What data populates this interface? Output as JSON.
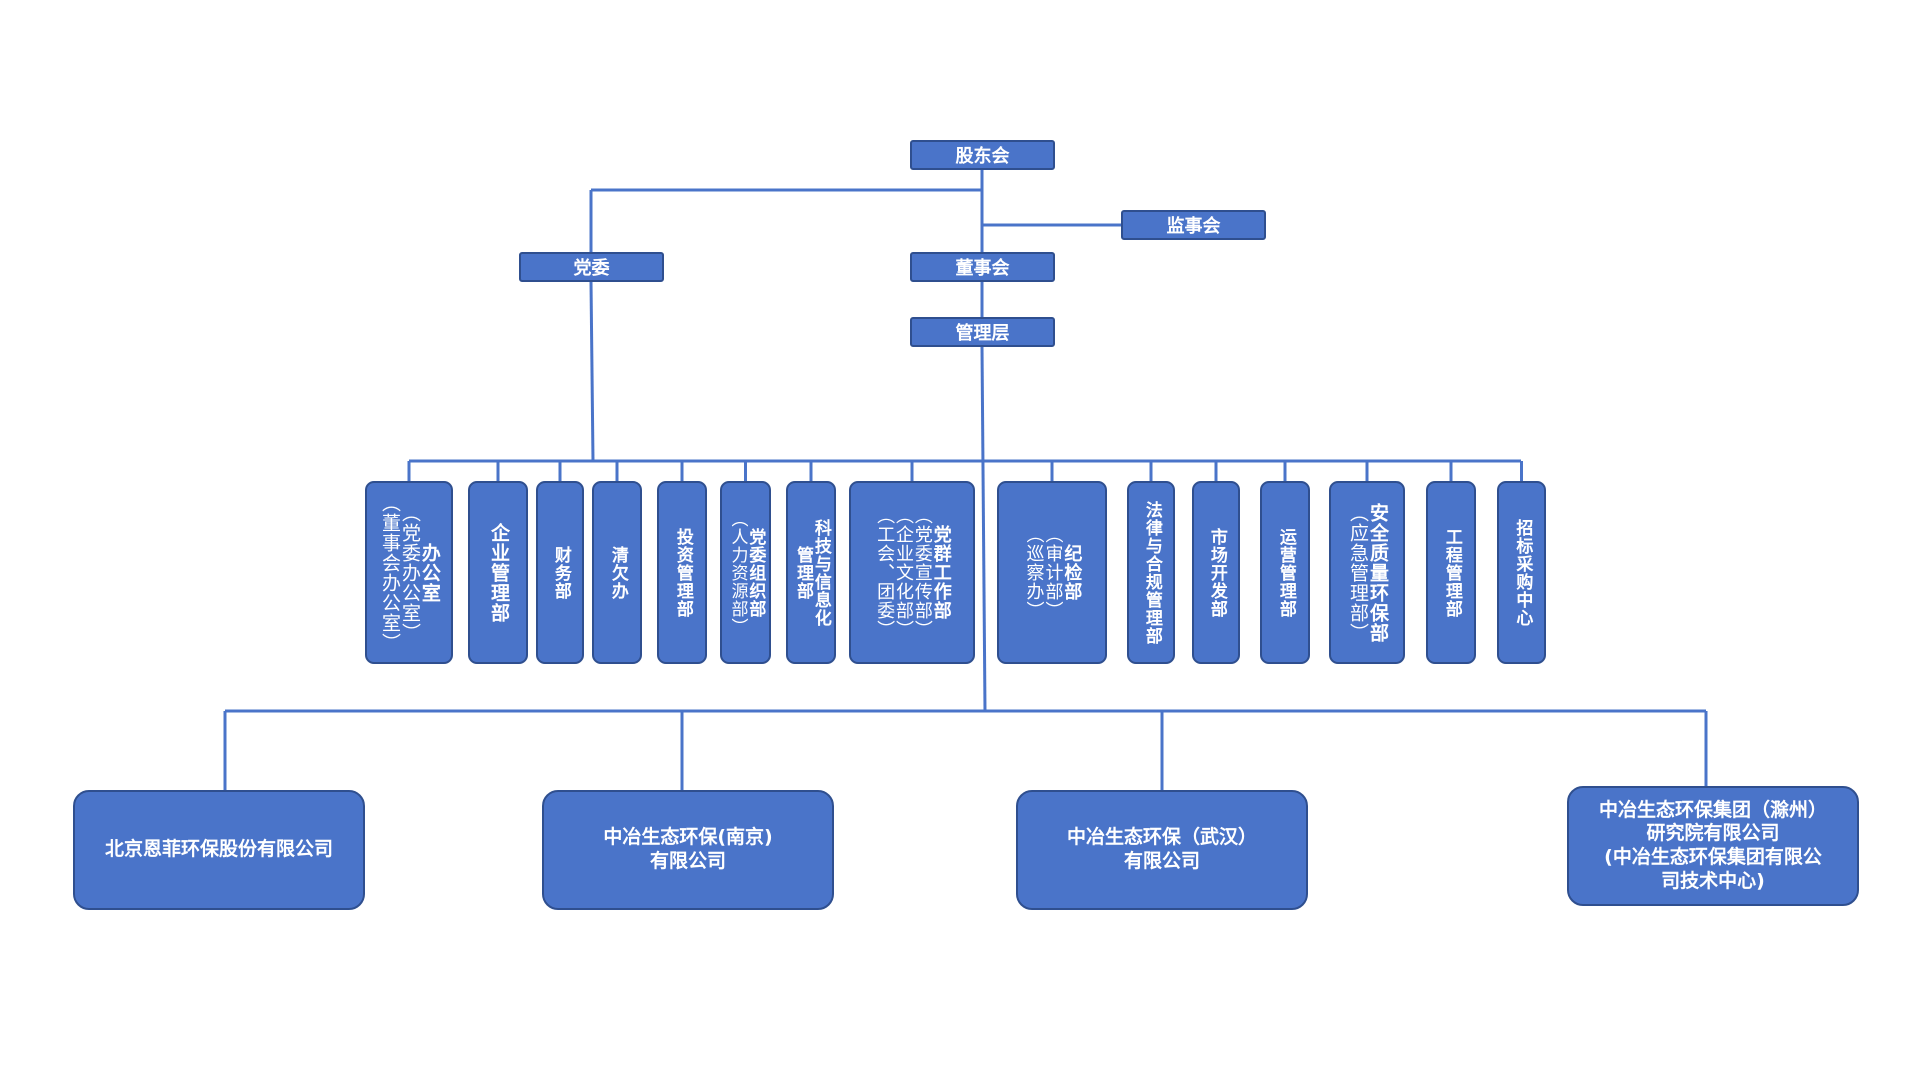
{
  "top": {
    "shareholders": "股东会",
    "supervisors": "监事会",
    "party_committee": "党委",
    "board": "董事会",
    "management": "管理层"
  },
  "departments": [
    {
      "id": "office",
      "lines": [
        {
          "text": "办公室",
          "sub": false
        },
        {
          "text": "（党委办公室）",
          "sub": true
        },
        {
          "text": "（董事会办公室）",
          "sub": true
        }
      ]
    },
    {
      "id": "enterprise-mgmt",
      "lines": [
        {
          "text": "企业管理部",
          "sub": false
        }
      ]
    },
    {
      "id": "finance",
      "lines": [
        {
          "text": "财务部",
          "sub": false
        }
      ]
    },
    {
      "id": "debt-clearing",
      "lines": [
        {
          "text": "清欠办",
          "sub": false
        }
      ]
    },
    {
      "id": "investment",
      "lines": [
        {
          "text": "投资管理部",
          "sub": false
        }
      ]
    },
    {
      "id": "party-organization",
      "lines": [
        {
          "text": "党委组织部",
          "sub": false
        },
        {
          "text": "（人力资源部）",
          "sub": true
        }
      ]
    },
    {
      "id": "tech-info",
      "lines": [
        {
          "text": "科技与信息化",
          "sub": false
        },
        {
          "text": "管理部",
          "sub": false
        }
      ]
    },
    {
      "id": "party-mass",
      "lines": [
        {
          "text": "党群工作部",
          "sub": false
        },
        {
          "text": "（党委宣传部）",
          "sub": true
        },
        {
          "text": "（企业文化部）",
          "sub": true
        },
        {
          "text": "（工会、团委）",
          "sub": true
        }
      ]
    },
    {
      "id": "discipline",
      "lines": [
        {
          "text": "纪检部",
          "sub": false
        },
        {
          "text": "（审计部）",
          "sub": true
        },
        {
          "text": "（巡察办）",
          "sub": true
        }
      ]
    },
    {
      "id": "legal-compliance",
      "lines": [
        {
          "text": "法律与合规管理部",
          "sub": false
        }
      ]
    },
    {
      "id": "market-dev",
      "lines": [
        {
          "text": "市场开发部",
          "sub": false
        }
      ]
    },
    {
      "id": "operations",
      "lines": [
        {
          "text": "运营管理部",
          "sub": false
        }
      ]
    },
    {
      "id": "safety-quality",
      "lines": [
        {
          "text": "安全质量环保部",
          "sub": false
        },
        {
          "text": "（应急管理部）",
          "sub": true
        }
      ]
    },
    {
      "id": "engineering",
      "lines": [
        {
          "text": "工程管理部",
          "sub": false
        }
      ]
    },
    {
      "id": "procurement",
      "lines": [
        {
          "text": "招标采购中心",
          "sub": false
        }
      ]
    }
  ],
  "subsidiaries": [
    {
      "id": "beijing-enfei",
      "lines": [
        "北京恩菲环保股份有限公司"
      ]
    },
    {
      "id": "nanjing",
      "lines": [
        "中冶生态环保(南京)",
        "有限公司"
      ]
    },
    {
      "id": "wuhan",
      "lines": [
        "中冶生态环保（武汉）",
        "有限公司"
      ]
    },
    {
      "id": "chuzhou",
      "lines": [
        "中冶生态环保集团（滁州）",
        "研究院有限公司",
        "(中冶生态环保集团有限公",
        "司技术中心)"
      ]
    }
  ],
  "colors": {
    "box_fill": "#4a74c9",
    "box_border": "#2f4f8f",
    "line": "#4a74c9",
    "text": "#ffffff"
  }
}
